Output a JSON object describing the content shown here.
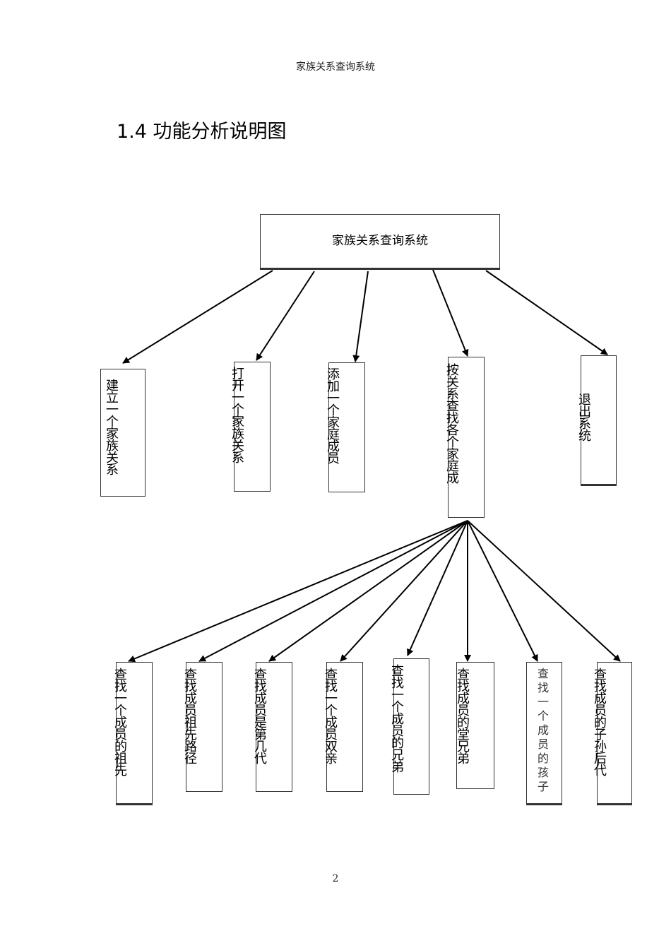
{
  "page": {
    "header": "家族关系查询系统",
    "section_title": "1.4 功能分析说明图",
    "page_number": "2"
  },
  "diagram": {
    "root": {
      "label": "家族关系查询系统"
    },
    "level1": [
      {
        "label": "建立一个家族关系"
      },
      {
        "label": "打开一个家族关系"
      },
      {
        "label": "添加一个家庭成员"
      },
      {
        "label": "按关系查找各个家庭成"
      },
      {
        "label": "退出系统"
      }
    ],
    "level2_parent_index": 3,
    "level2": [
      {
        "label": "查找一个成员的祖先"
      },
      {
        "label": "查找成员祖先路径"
      },
      {
        "label": "查找成员是第几代"
      },
      {
        "label": "查找一个成员双亲"
      },
      {
        "label": "查找一个成员的兄弟"
      },
      {
        "label": "查找成员的堂兄弟"
      },
      {
        "label": "查找一个成员的孩子"
      },
      {
        "label": "查找成员的子孙后代"
      }
    ],
    "line_color": "#000000",
    "box_border_color": "#333333"
  }
}
